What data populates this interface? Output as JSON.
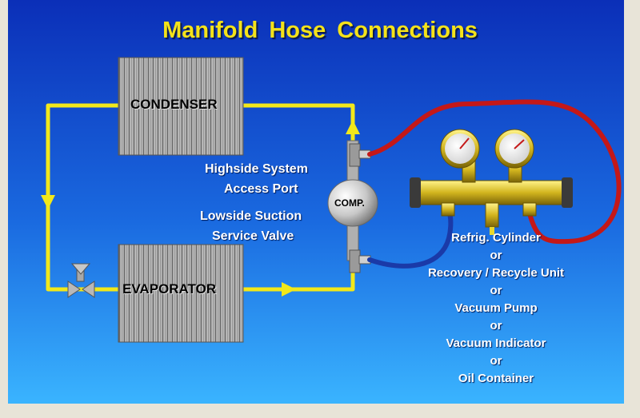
{
  "title": "Manifold Hose Connections",
  "condenser_label": "CONDENSER",
  "evaporator_label": "EVAPORATOR",
  "compressor_label": "COMP.",
  "highside_label": [
    "Highside System",
    "Access Port"
  ],
  "lowside_label": [
    "Lowside Suction",
    "Service Valve"
  ],
  "connection_options": [
    "Refrig. Cylinder",
    "or",
    "Recovery / Recycle Unit",
    "or",
    "Vacuum Pump",
    "or",
    "Vacuum Indicator",
    "or",
    "Oil Container"
  ],
  "colors": {
    "background_top": "#1040c8",
    "background_bottom": "#30a8ff",
    "loop_line": "#f2e81a",
    "high_hose": "#c41818",
    "low_hose": "#1a3aa8",
    "manifold": "#d4c02a"
  }
}
